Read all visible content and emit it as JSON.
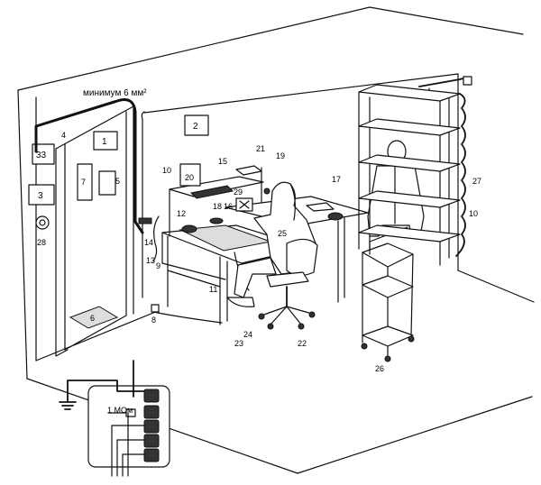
{
  "wire_label": "минимум 6 мм²",
  "resistor_label": "1 МОм",
  "callouts": {
    "c1": "1",
    "c2": "2",
    "c3": "3",
    "c4": "4",
    "c5": "5",
    "c6": "6",
    "c7": "7",
    "c8": "8",
    "c9": "9",
    "c10a": "10",
    "c10b": "10",
    "c11": "11",
    "c12": "12",
    "c13": "13",
    "c14": "14",
    "c15": "15",
    "c16": "16",
    "c17": "17",
    "c18": "18",
    "c19": "19",
    "c20": "20",
    "c21": "21",
    "c22": "22",
    "c23": "23",
    "c24": "24",
    "c25": "25",
    "c26": "26",
    "c27": "27",
    "c28": "28",
    "c29": "29",
    "c33": "33"
  }
}
